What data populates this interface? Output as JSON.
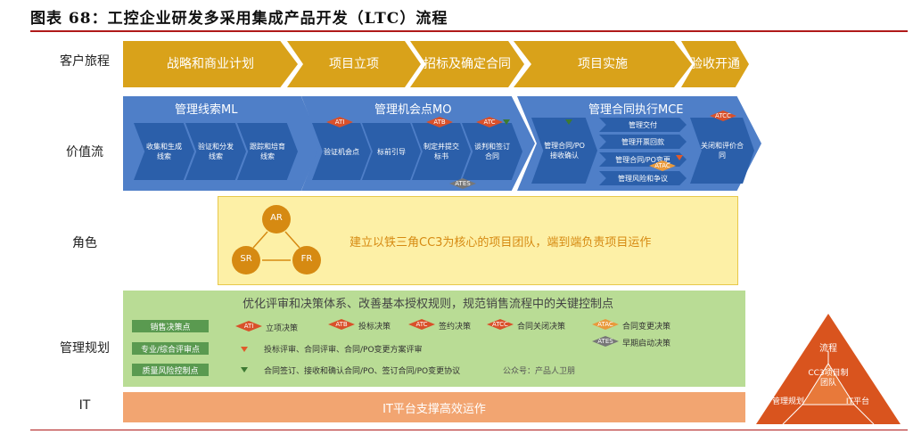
{
  "title": "图表 68：工控企业研发多采用集成产品开发（LTC）流程",
  "rows": {
    "customer": "客户旅程",
    "value": "价值流",
    "role": "角色",
    "mgmt": "管理规划",
    "it": "IT"
  },
  "customer_journey": [
    "战略和商业计划",
    "项目立项",
    "招标及确定合同",
    "项目实施",
    "验收开通"
  ],
  "value_stream": {
    "ml": {
      "title": "管理线索ML",
      "steps": [
        "收集和生成线索",
        "验证和分发线索",
        "跟踪和培育线索"
      ]
    },
    "mo": {
      "title": "管理机会点MO",
      "steps": [
        "验证机会点",
        "标前引导",
        "制定并提交标书",
        "谈判和签订合同"
      ]
    },
    "mce": {
      "title": "管理合同执行MCE",
      "first": "管理合同/PO接收确认",
      "items": [
        "管理交付",
        "管理开票回款",
        "管理合同/PO变更",
        "管理风险和争议"
      ],
      "last": "关闭和评价合同"
    },
    "markers": {
      "ati": "ATI",
      "atb": "ATB",
      "atc": "ATC",
      "ates": "ATES",
      "atac": "ATAC",
      "atcc": "ATCC"
    }
  },
  "roles": {
    "ar": "AR",
    "sr": "SR",
    "fr": "FR",
    "text": "建立以铁三角CC3为核心的项目团队，端到端负责项目运作"
  },
  "mgmt": {
    "header": "优化评审和决策体系、改善基本授权规则，规范销售流程中的关键控制点",
    "labels": [
      "销售决策点",
      "专业/综合评审点",
      "质量风险控制点"
    ],
    "decisions": [
      {
        "tag": "ATI",
        "text": "立项决策"
      },
      {
        "tag": "ATB",
        "text": "投标决策"
      },
      {
        "tag": "ATC",
        "text": "签约决策"
      },
      {
        "tag": "ATCC",
        "text": "合同关闭决策"
      },
      {
        "tag": "ATAC",
        "text": "合同变更决策"
      },
      {
        "tag": "ATES",
        "text": "早期启动决策"
      }
    ],
    "review": "投标评审、合同评审、合同/PO变更方案评审",
    "quality": "合同签订、接收和确认合同/PO、签订合同/PO变更协议",
    "watermark": "公众号：产品人卫朋"
  },
  "it_text": "IT平台支撑高效运作",
  "pyramid": {
    "top": "流程",
    "center": "CC3项目制团队",
    "left": "管理规划",
    "right": "IT平台"
  },
  "colors": {
    "gold": "#d9a21a",
    "blue": "#4f7fc8",
    "green": "#b9dc95",
    "orange": "#f2a571",
    "yellow": "#fdf0a6",
    "red": "#b01a1a"
  }
}
